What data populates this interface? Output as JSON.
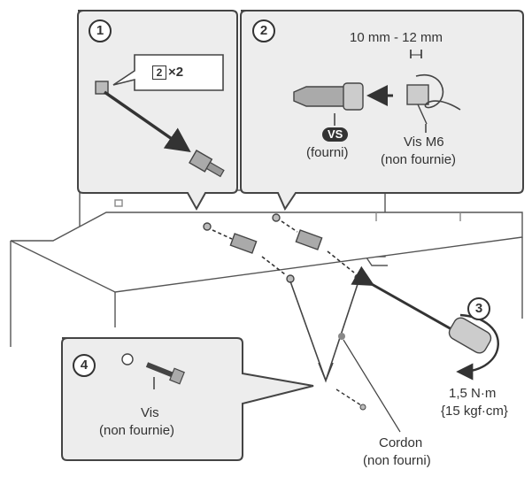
{
  "steps": [
    "1",
    "2",
    "3",
    "4"
  ],
  "step1": {
    "qty_number": "2",
    "qty_suffix": "×2"
  },
  "step2": {
    "dimension": "10 mm - 12 mm",
    "vs_badge": "VS",
    "vs_caption": "(fourni)",
    "screw_title": "Vis M6",
    "screw_caption": "(non fournie)"
  },
  "step3": {
    "torque_nm": "1,5 N·m",
    "torque_kgf": "{15 kgf·cm}"
  },
  "step4": {
    "screw_title": "Vis",
    "screw_caption": "(non fournie)"
  },
  "cord": {
    "title": "Cordon",
    "caption": "(non fourni)"
  }
}
